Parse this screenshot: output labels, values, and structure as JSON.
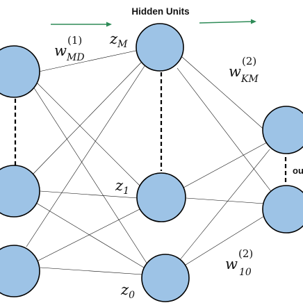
{
  "header": {
    "title": "Hidden Units"
  },
  "output_label_partial": "ou",
  "colors": {
    "node_fill": "#9dc3e6",
    "arrow": "#2e8b57",
    "line": "#000000"
  },
  "labels": {
    "z_M": {
      "base": "z",
      "sub": "M"
    },
    "z_1": {
      "base": "z",
      "sub": "1"
    },
    "z_0": {
      "base": "z",
      "sub": "0"
    },
    "w1_MD": {
      "base": "w",
      "sup": "(1)",
      "sub": "MD"
    },
    "w2_KM": {
      "base": "w",
      "sup": "(2)",
      "sub": "KM"
    },
    "w2_10": {
      "base": "w",
      "sup": "(2)",
      "sub": "10"
    }
  },
  "icons": {
    "flow_arrow_left": "arrow-right-icon",
    "flow_arrow_right": "arrow-right-icon"
  }
}
